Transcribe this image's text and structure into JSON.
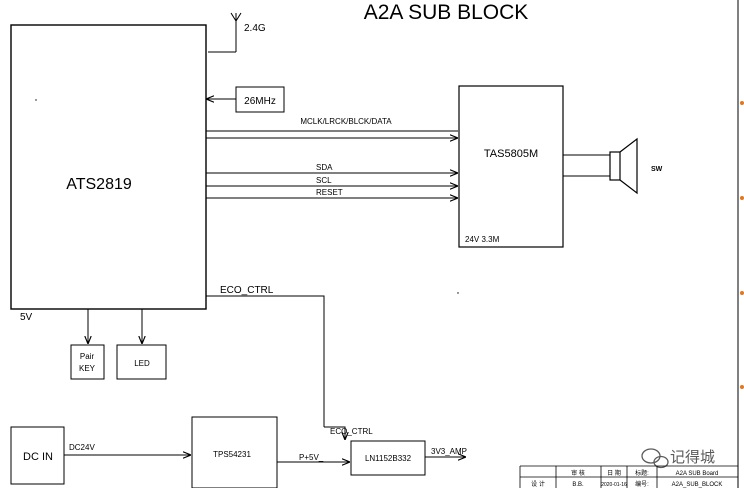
{
  "title": "A2A SUB BLOCK",
  "antenna": {
    "label": "2.4G"
  },
  "blocks": {
    "soc": {
      "label": "ATS2819",
      "voltage": "5V"
    },
    "crystal": {
      "label": "26MHz"
    },
    "amp": {
      "label": "TAS5805M",
      "voltages": "24V  3.3M"
    },
    "key": {
      "line1": "Pair",
      "line2": "KEY"
    },
    "led": {
      "label": "LED"
    },
    "dcin": {
      "label": "DC IN"
    },
    "tps": {
      "label": "TPS54231"
    },
    "ldo": {
      "label": "LN1152B332"
    }
  },
  "signals": {
    "i2s": "MCLK/LRCK/BLCK/DATA",
    "sda": "SDA",
    "scl": "SCL",
    "reset": "RESET",
    "eco_ctrl_top": "ECO_CTRL",
    "eco_ctrl_bottom": "ECO_CTRL",
    "dc24v": "DC24V",
    "p5v": "P+5V_",
    "v3amp": "3V3_AMP"
  },
  "speaker": {
    "label": "SW"
  },
  "title_block": {
    "header": [
      "审 核",
      "日 期",
      "标题:",
      "A2A SUB Board"
    ],
    "row": [
      "设 计",
      "B.B.",
      "2020-01-16",
      "编号:",
      "A2A_SUB_BLOCK"
    ]
  },
  "watermark": {
    "text": "记得城"
  },
  "colors": {
    "line": "#000000",
    "marker": "#e07820"
  }
}
